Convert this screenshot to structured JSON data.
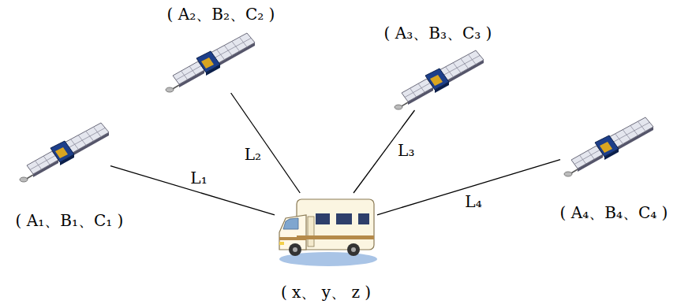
{
  "diagram": {
    "nodes": [
      {
        "text": [
          "( A₁、B₁、C₁ )"
        ]
      },
      {
        "text": [
          "( A₂、B₂、C₂ )"
        ]
      },
      {
        "text": [
          "( A₃、B₃、C₃ )"
        ]
      },
      {
        "text": [
          "( A₄、B₄、C₄ )"
        ]
      },
      {
        "text": [
          "( x、 y、 z )"
        ]
      }
    ],
    "edges": [
      {
        "from": 4,
        "to": 0,
        "arrow": "none",
        "label": "L₁"
      },
      {
        "from": 4,
        "to": 1,
        "arrow": "none",
        "label": "L₂"
      },
      {
        "from": 4,
        "to": 2,
        "arrow": "none",
        "label": "L₃"
      },
      {
        "from": 4,
        "to": 3,
        "arrow": "none",
        "label": "L₄"
      }
    ]
  }
}
